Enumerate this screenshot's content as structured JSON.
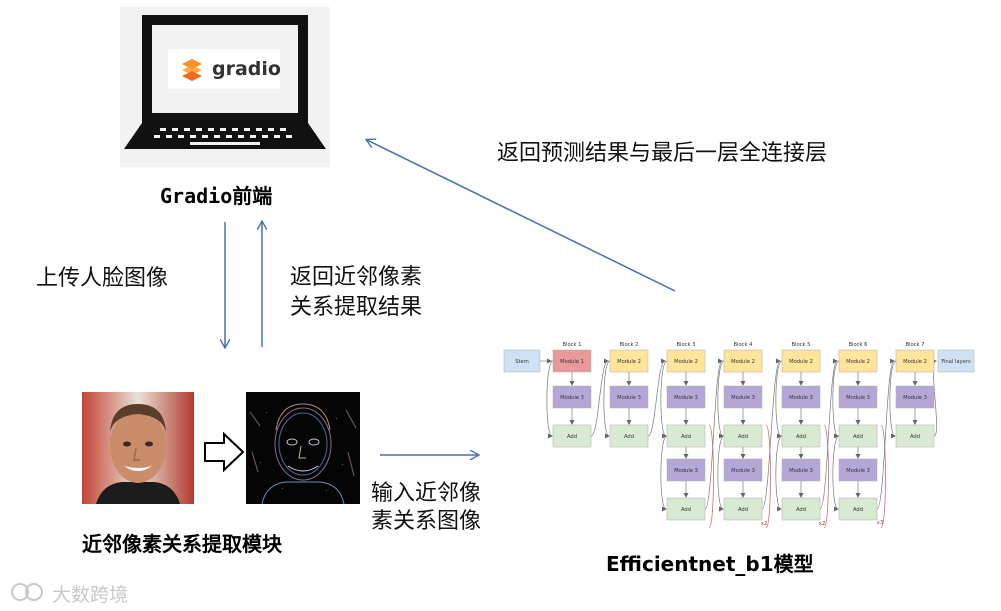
{
  "frontend": {
    "logo_text": "gradio",
    "caption": "Gradio前端"
  },
  "labels": {
    "upload": "上传人脸图像",
    "return_relation_line1": "返回近邻像素",
    "return_relation_line2": "关系提取结果",
    "return_prediction": "返回预测结果与最后一层全连接层",
    "input_line1": "输入近邻像",
    "input_line2": "素关系图像"
  },
  "extraction": {
    "caption": "近邻像素关系提取模块"
  },
  "model": {
    "caption": "Efficientnet_b1模型",
    "stem": "Stem",
    "final": "Final layers",
    "blocks": [
      "Block 1",
      "Block 2",
      "Block 3",
      "Block 4",
      "Block 5",
      "Block 6",
      "Block 7"
    ],
    "module2": "Module 2",
    "module1": "Module 1",
    "module3": "Module 3",
    "add": "Add",
    "repeat_x2": "x2",
    "repeat_x3": "x3"
  },
  "watermark": "大数跨境",
  "colors": {
    "arrow": "#4a6fb5",
    "stem": "#cfe2f3",
    "module1": "#ea9999",
    "module2": "#ffe599",
    "module3": "#b4a7d6",
    "add": "#d9ead3"
  }
}
